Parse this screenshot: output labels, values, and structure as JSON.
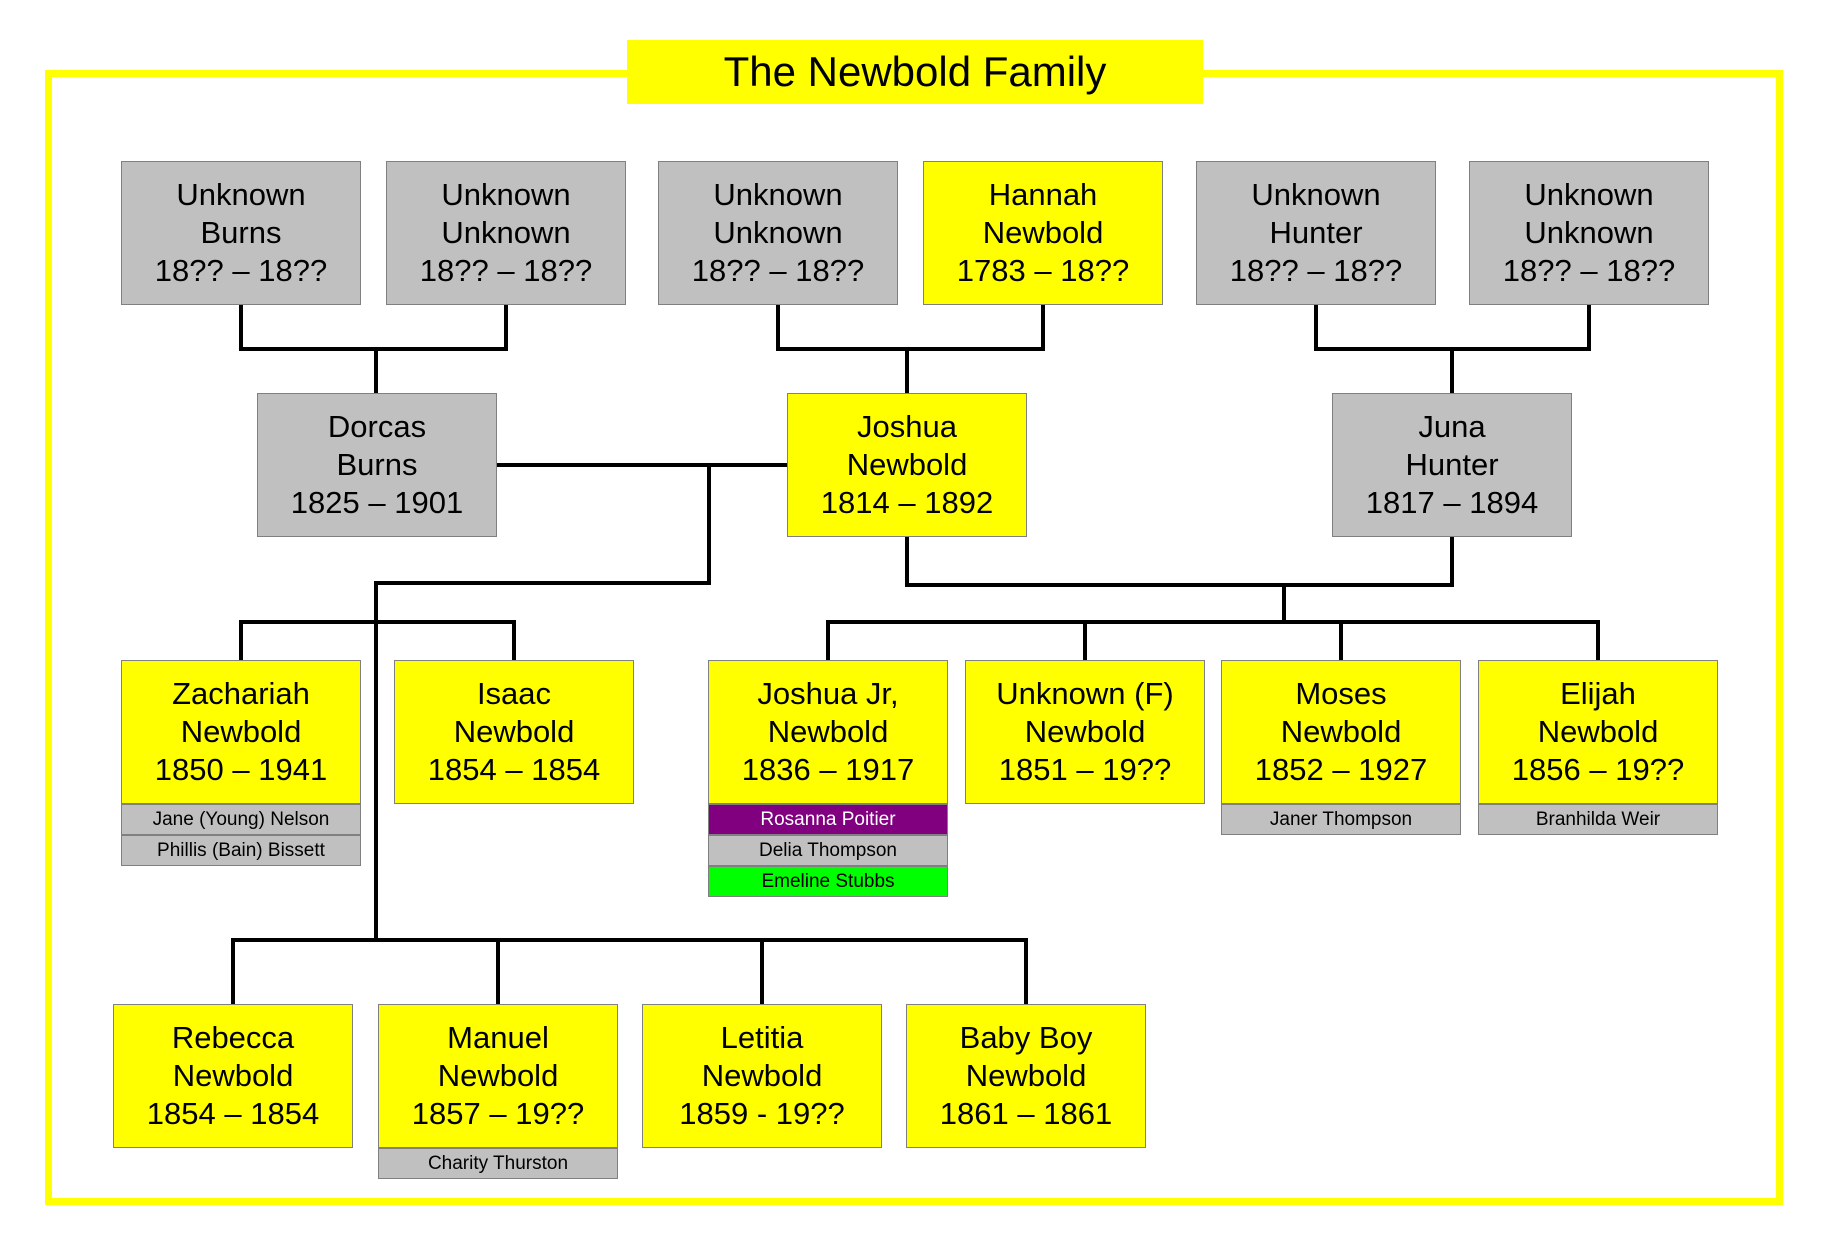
{
  "title": "The Newbold Family",
  "colors": {
    "frame": "#ffff00",
    "yellow_box": "#ffff00",
    "grey_box": "#c0c0c0",
    "purple_box": "#800080",
    "green_box": "#00ff00",
    "line": "#000000"
  },
  "people": {
    "unknown_burns": {
      "first": "Unknown",
      "last": "Burns",
      "dates": "18?? – 18??"
    },
    "unknown_unknown_1": {
      "first": "Unknown",
      "last": "Unknown",
      "dates": "18?? – 18??"
    },
    "unknown_unknown_2": {
      "first": "Unknown",
      "last": "Unknown",
      "dates": "18?? – 18??"
    },
    "hannah_newbold": {
      "first": "Hannah",
      "last": "Newbold",
      "dates": "1783 – 18??"
    },
    "unknown_hunter": {
      "first": "Unknown",
      "last": "Hunter",
      "dates": "18?? – 18??"
    },
    "unknown_unknown_3": {
      "first": "Unknown",
      "last": "Unknown",
      "dates": "18?? – 18??"
    },
    "dorcas_burns": {
      "first": "Dorcas",
      "last": "Burns",
      "dates": "1825 – 1901"
    },
    "joshua_newbold": {
      "first": "Joshua",
      "last": "Newbold",
      "dates": "1814 – 1892"
    },
    "juna_hunter": {
      "first": "Juna",
      "last": "Hunter",
      "dates": "1817 – 1894"
    },
    "zachariah_newbold": {
      "first": "Zachariah",
      "last": "Newbold",
      "dates": "1850 – 1941"
    },
    "isaac_newbold": {
      "first": "Isaac",
      "last": "Newbold",
      "dates": "1854 – 1854"
    },
    "joshua_jr_newbold": {
      "first": "Joshua Jr,",
      "last": "Newbold",
      "dates": "1836 – 1917"
    },
    "unknown_f_newbold": {
      "first": "Unknown (F)",
      "last": "Newbold",
      "dates": "1851 – 19??"
    },
    "moses_newbold": {
      "first": "Moses",
      "last": "Newbold",
      "dates": "1852 – 1927"
    },
    "elijah_newbold": {
      "first": "Elijah",
      "last": "Newbold",
      "dates": "1856 – 19??"
    },
    "rebecca_newbold": {
      "first": "Rebecca",
      "last": "Newbold",
      "dates": "1854 – 1854"
    },
    "manuel_newbold": {
      "first": "Manuel",
      "last": "Newbold",
      "dates": "1857 – 19??"
    },
    "letitia_newbold": {
      "first": "Letitia",
      "last": "Newbold",
      "dates": "1859 - 19??"
    },
    "baby_boy_newbold": {
      "first": "Baby Boy",
      "last": "Newbold",
      "dates": "1861 – 1861"
    }
  },
  "spouses": {
    "zachariah": [
      "Jane (Young) Nelson",
      "Phillis (Bain) Bissett"
    ],
    "joshua_jr": [
      "Rosanna Poitier",
      "Delia Thompson",
      "Emeline Stubbs"
    ],
    "moses": [
      "Janer Thompson"
    ],
    "elijah": [
      "Branhilda Weir"
    ],
    "manuel": [
      "Charity Thurston"
    ]
  }
}
